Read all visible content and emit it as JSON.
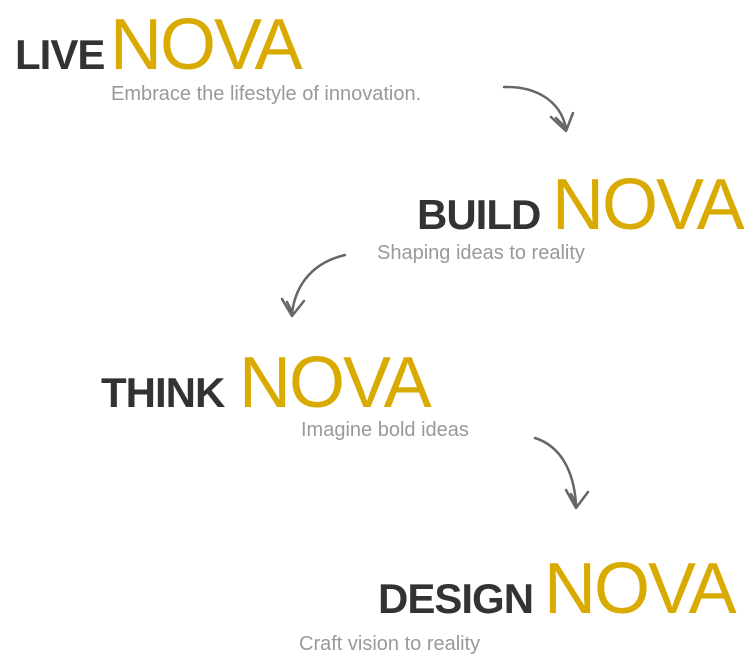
{
  "colors": {
    "word": "#333333",
    "brand": "#D9AA00",
    "subtitle": "#999999",
    "arrow": "#666666"
  },
  "steps": [
    {
      "word": "LIVE",
      "brand": "NOVA",
      "subtitle": "Embrace the lifestyle of innovation."
    },
    {
      "word": "BUILD",
      "brand": "NOVA",
      "subtitle": "Shaping ideas to reality"
    },
    {
      "word": "THINK",
      "brand": "NOVA",
      "subtitle": "Imagine bold ideas"
    },
    {
      "word": "DESIGN",
      "brand": "NOVA",
      "subtitle": "Craft vision to reality"
    }
  ]
}
